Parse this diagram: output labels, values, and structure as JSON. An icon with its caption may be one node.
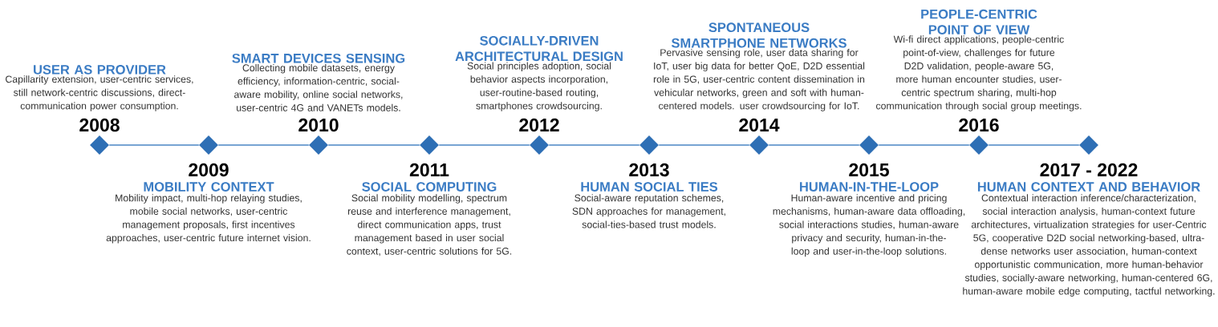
{
  "diagram": {
    "nodes": [
      {
        "text": [
          "USER AS PROVIDER",
          "Capillarity extension, user-centric services, still network-centric discussions, direct-communication power consumption.",
          "2008"
        ]
      },
      {
        "text": [
          "2009",
          "MOBILITY CONTEXT",
          "Mobility impact, multi-hop relaying studies, mobile social networks, user-centric management proposals, first incentives approaches, user-centric future internet vision."
        ]
      },
      {
        "text": [
          "SMART DEVICES SENSING",
          "Collecting mobile datasets, energy efficiency, information-centric, social-aware mobility, online social networks, user-centric 4G and VANETs models.",
          "2010"
        ]
      },
      {
        "text": [
          "2011",
          "SOCIAL COMPUTING",
          "Social mobility modelling, spectrum reuse and interference management, direct communication apps, trust management based in user social context, user-centric solutions for 5G."
        ]
      },
      {
        "text": [
          "SOCIALLY-DRIVEN ARCHITECTURAL DESIGN",
          "Social principles adoption, social behavior aspects incorporation, user-routine-based routing, smartphones crowdsourcing.",
          "2012"
        ]
      },
      {
        "text": [
          "2013",
          "HUMAN SOCIAL TIES",
          "Social-aware reputation schemes, SDN approaches for management, social-ties-based trust models."
        ]
      },
      {
        "text": [
          "SPONTANEOUS SMARTPHONE NETWORKS",
          "Pervasive sensing role, user data sharing for IoT, user big data for better QoE, D2D essential role in 5G, user-centric content dissemination in vehicular networks, green and soft with human-centered models. user crowdsourcing for IoT.",
          "2014"
        ]
      },
      {
        "text": [
          "2015",
          "HUMAN-IN-THE-LOOP",
          "Human-aware incentive and pricing mechanisms, human-aware data offloading, social interactions studies, human-aware privacy and security, human-in-the-loop and user-in-the-loop solutions."
        ]
      },
      {
        "text": [
          "PEOPLE-CENTRIC POINT OF VIEW",
          "Wi-fi direct applications, people-centric point-of-view, challenges for future D2D validation, people-aware 5G, more human encounter studies, user-centric spectrum sharing, multi-hop communication through social group meetings.",
          "2016"
        ]
      },
      {
        "text": [
          "2017 - 2022",
          "HUMAN CONTEXT AND BEHAVIOR",
          "Contextual interaction inference/characterization, social interaction analysis, human-context future architectures, virtualization strategies for user-Centric 5G, cooperative D2D social networking-based, ultra-dense networks user association, human-context opportunistic communication, more human-behavior studies, socially-aware networking, human-centered 6G, human-aware mobile edge computing, tactful networking."
        ]
      }
    ],
    "edges": [
      {
        "from": 0,
        "to": 1,
        "arrow": "none"
      },
      {
        "from": 1,
        "to": 2,
        "arrow": "none"
      },
      {
        "from": 2,
        "to": 3,
        "arrow": "none"
      },
      {
        "from": 3,
        "to": 4,
        "arrow": "none"
      },
      {
        "from": 4,
        "to": 5,
        "arrow": "none"
      },
      {
        "from": 5,
        "to": 6,
        "arrow": "none"
      },
      {
        "from": 6,
        "to": 7,
        "arrow": "none"
      },
      {
        "from": 7,
        "to": 8,
        "arrow": "none"
      },
      {
        "from": 8,
        "to": 9,
        "arrow": "none"
      }
    ]
  }
}
